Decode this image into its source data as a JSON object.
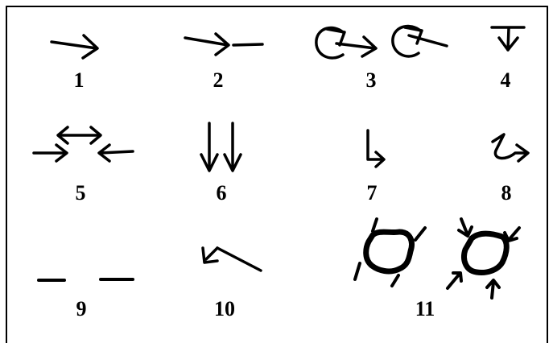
{
  "figure": {
    "panels": [
      {
        "label": "1",
        "icon": "arrow-right-icon"
      },
      {
        "label": "2",
        "icon": "arrow-right-then-line-icon"
      },
      {
        "label": "3",
        "icon": "rotate-then-arrow-icon"
      },
      {
        "label": "4",
        "icon": "arrow-down-to-bar-icon"
      },
      {
        "label": "5",
        "icon": "converging-arrows-icon"
      },
      {
        "label": "6",
        "icon": "double-down-arrows-icon"
      },
      {
        "label": "7",
        "icon": "down-then-right-arrow-icon"
      },
      {
        "label": "8",
        "icon": "curl-arrow-icon"
      },
      {
        "label": "9",
        "icon": "separated-dashes-icon"
      },
      {
        "label": "10",
        "icon": "diagonal-line-with-arrow-icon"
      },
      {
        "label": "11",
        "icon": "blob-with-rays-and-arrows-icon"
      }
    ]
  }
}
